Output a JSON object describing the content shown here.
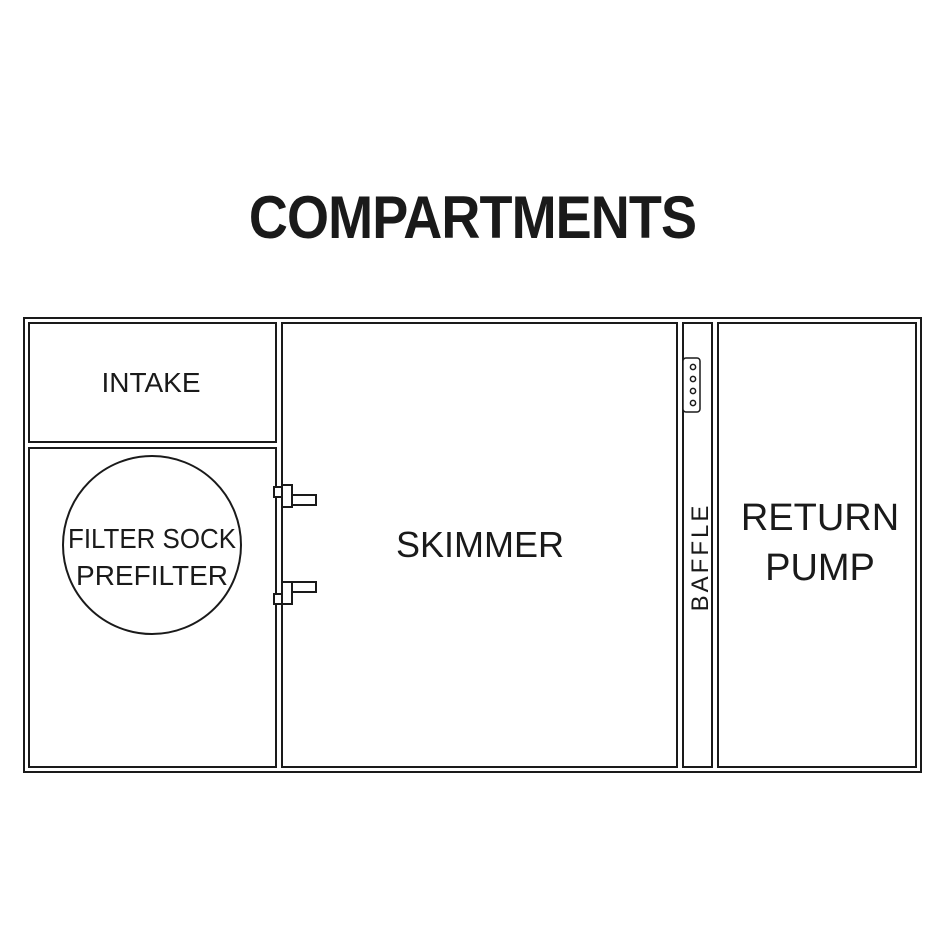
{
  "title": "COMPARTMENTS",
  "compartments": {
    "intake": "INTAKE",
    "filter_sock_line1": "FILTER SOCK",
    "filter_sock_line2": "PREFILTER",
    "skimmer": "SKIMMER",
    "baffle": "BAFFLE",
    "return_pump_line1": "RETURN",
    "return_pump_line2": "PUMP"
  },
  "colors": {
    "stroke": "#1a1a1a",
    "background": "#ffffff"
  }
}
